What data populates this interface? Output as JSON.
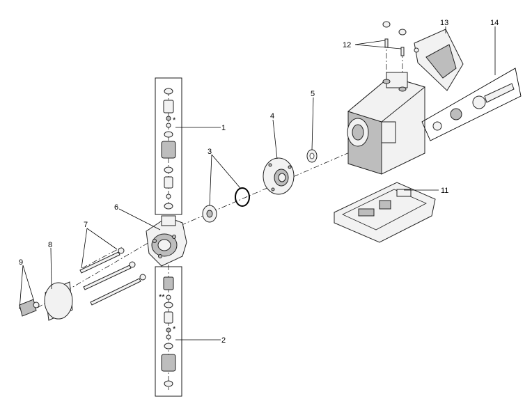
{
  "callouts": {
    "c1": "1",
    "c2": "2",
    "c3": "3",
    "c4": "4",
    "c5": "5",
    "c6": "6",
    "c7": "7",
    "c8": "8",
    "c9": "9",
    "c11": "11",
    "c12": "12",
    "c13": "13",
    "c14": "14"
  },
  "marks": {
    "single_star_top": "*",
    "double_star": "**",
    "single_star_bottom": "*"
  },
  "colors": {
    "line": "#000000",
    "part_fill": "#f2f2f2",
    "part_shade": "#bdbdbd",
    "background": "#ffffff"
  }
}
